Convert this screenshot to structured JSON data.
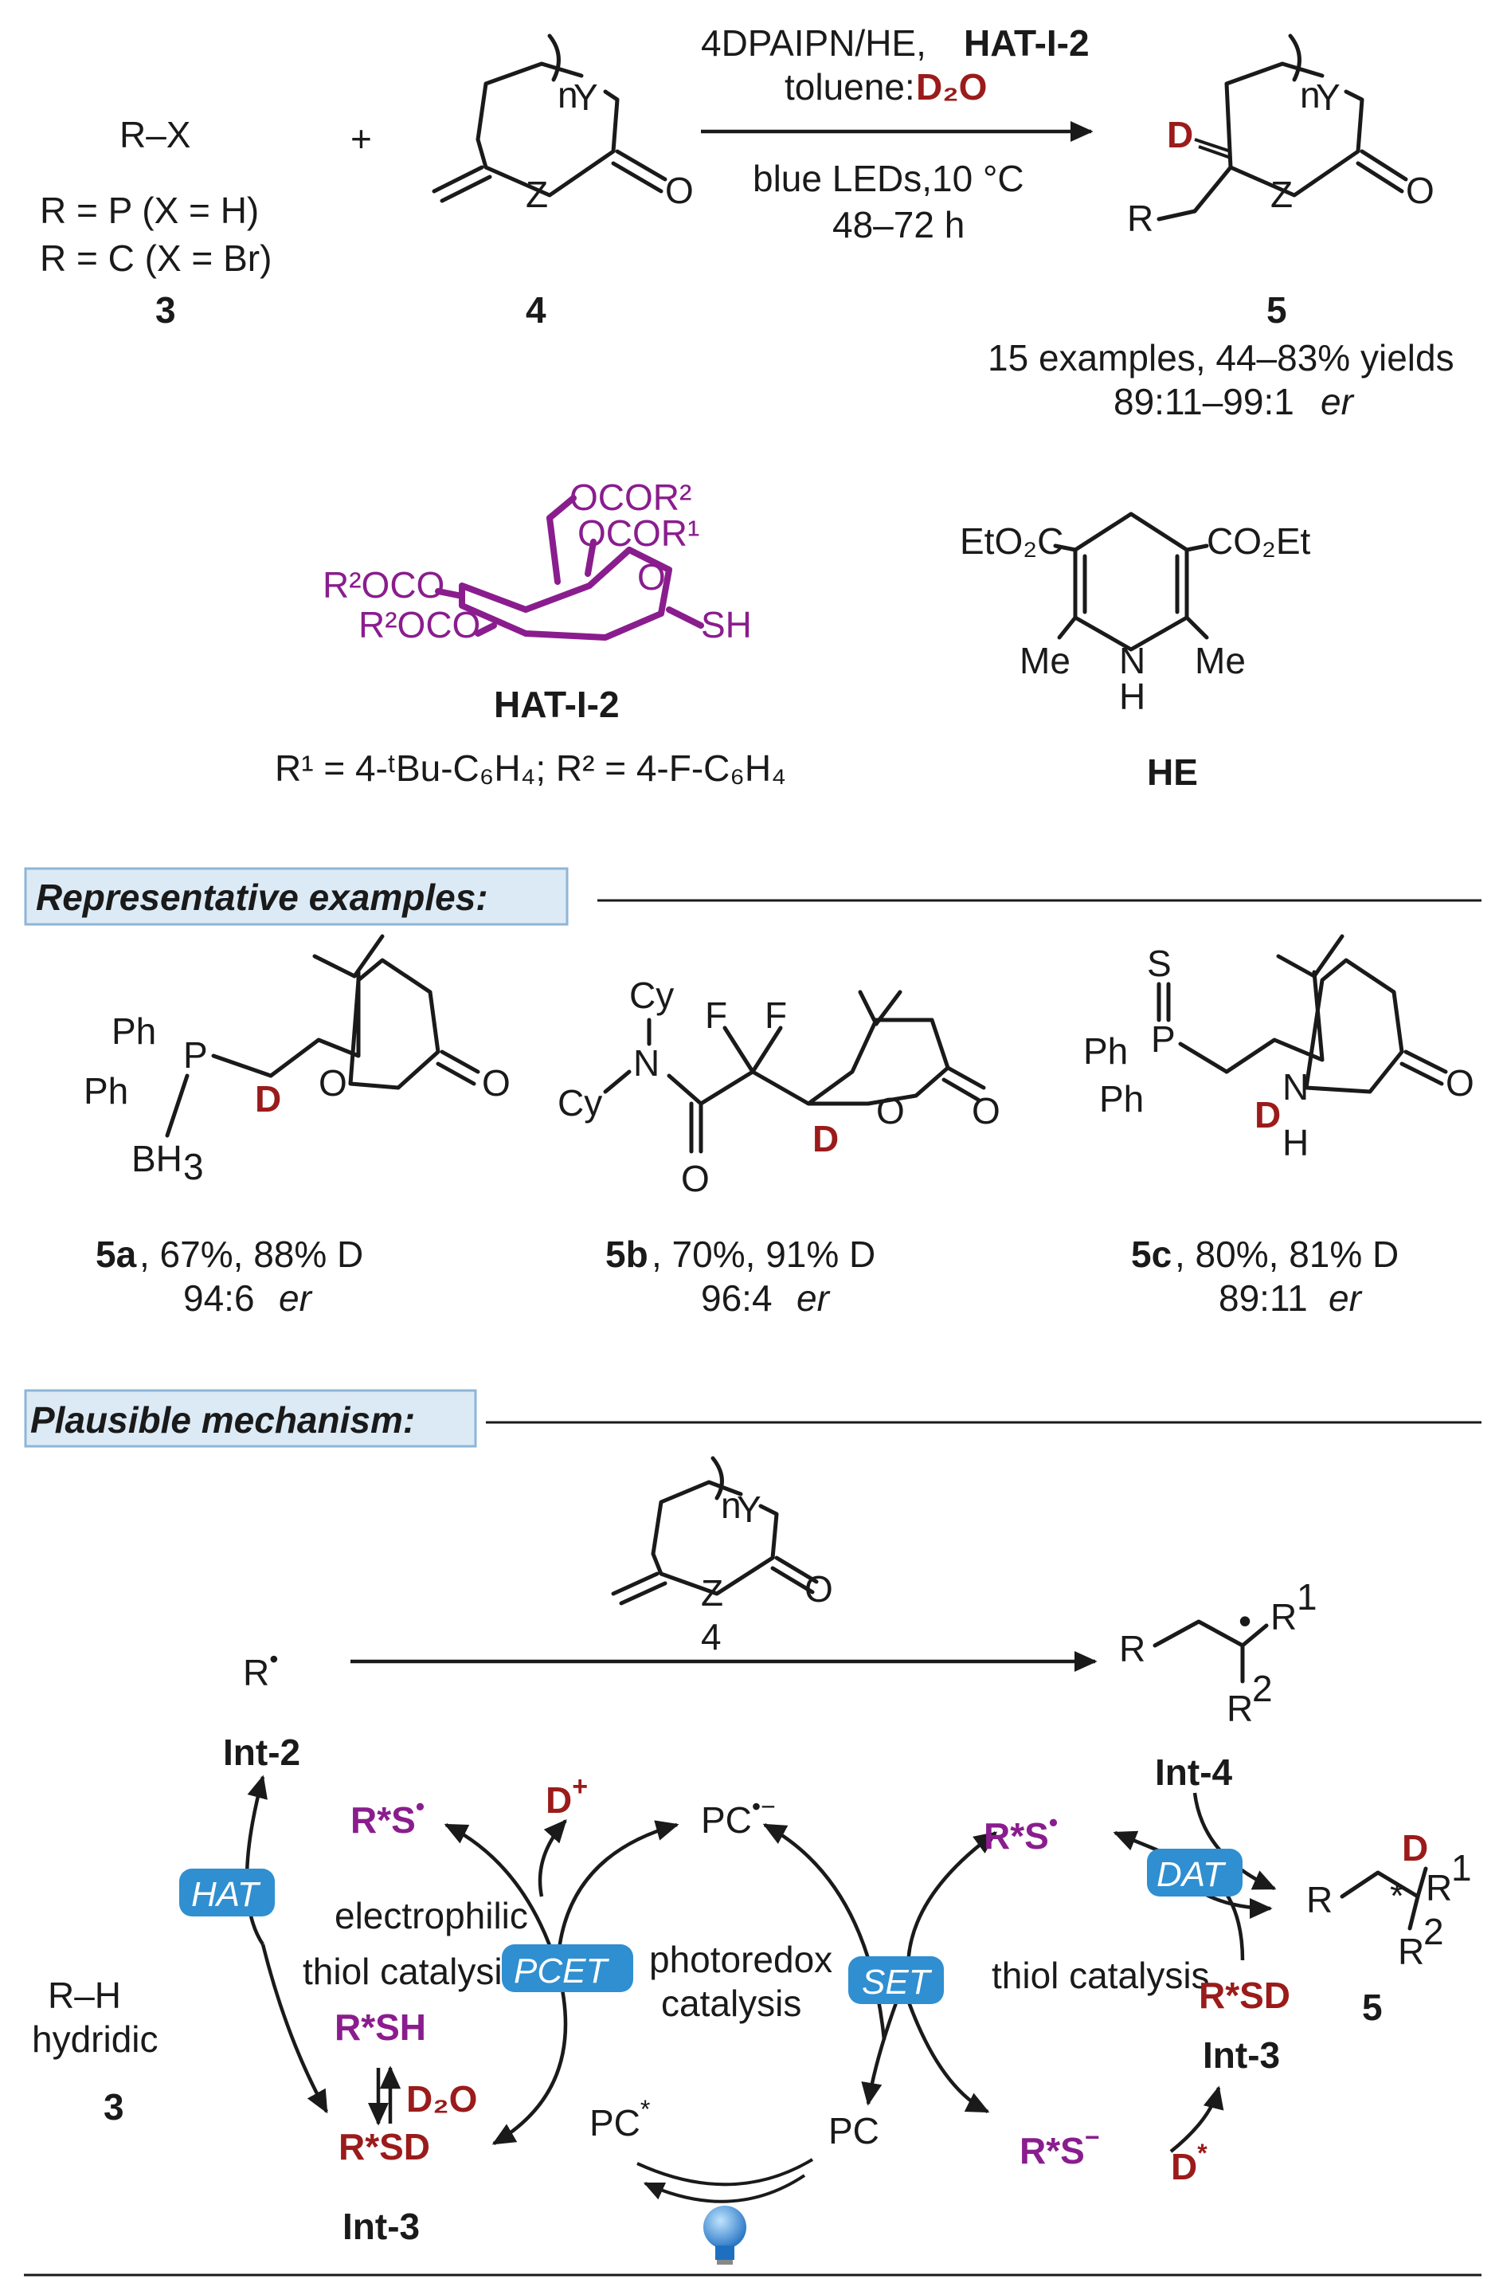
{
  "reaction": {
    "reagent_formula": "R–X",
    "reagent_def1": "R = P (X = H)",
    "reagent_def2": "R = C (X = Br)",
    "reagent_label": "3",
    "plus": "+",
    "substrate_label": "4",
    "conditions_line1": "4DPAIPN/HE, ",
    "conditions_catalyst": "HAT-I-2",
    "conditions_solvent": "toluene:",
    "conditions_d2o": "D₂O",
    "conditions_line3": "blue LEDs,10 °C",
    "conditions_line4": "48–72 h",
    "product_label": "5",
    "product_examples": "15 examples, 44–83% yields",
    "product_er": "89:11–99:1",
    "product_er_unit": "er"
  },
  "catalyst": {
    "name": "HAT-I-2",
    "r_defs": "R¹ = 4-ᵗBu-C₆H₄; R²  = 4-F-C₆H₄",
    "ocor2_top": "OCOR²",
    "ocor1": "OCOR¹",
    "r2oco_a": "R²OCO",
    "r2oco_b": "R²OCO",
    "ring_o": "O",
    "sh": "SH"
  },
  "hantzsch": {
    "name": "HE",
    "left_ester": "EtO₂C",
    "right_ester": "CO₂Et",
    "left_me": "Me",
    "right_me": "Me",
    "nh_n": "N",
    "nh_h": "H"
  },
  "headers": {
    "examples": "Representative examples:",
    "mechanism": "Plausible mechanism:"
  },
  "examples": [
    {
      "label": "5a",
      "yield": ",  67%, 88% D",
      "er": "94:6",
      "er_unit": "er"
    },
    {
      "label": "5b",
      "yield": ",  70%, 91% D",
      "er": "96:4",
      "er_unit": "er"
    },
    {
      "label": "5c",
      "yield": ",  80%, 81% D",
      "er": "89:11",
      "er_unit": "er"
    }
  ],
  "mechanism": {
    "substrate_label": "4",
    "int2": "Int-2",
    "int4": "Int-4",
    "int3_left": "Int-3",
    "int3_right": "Int-3",
    "product": "5",
    "rh": "R–H",
    "hydridic": "hydridic",
    "rh_label": "3",
    "electrophilic": "electrophilic",
    "thiol_catalysis_left": "thiol catalysis",
    "thiol_catalysis_right": "thiol catalysis",
    "photoredox": "photoredox",
    "catalysis": "catalysis",
    "pc": "PC",
    "pc_radical_anion": "PC",
    "pc_excited": "PC",
    "rsh": "R*SH",
    "rsd_left": "R*SD",
    "rsd_right": "R*SD",
    "d2o": "D₂O",
    "d_plus": "D",
    "d_star": "D",
    "rs_radical_left": "R*S",
    "rs_radical_right": "R*S",
    "rs_anion": "R*S",
    "pills": [
      "HAT",
      "PCET",
      "SET",
      "DAT"
    ]
  }
}
